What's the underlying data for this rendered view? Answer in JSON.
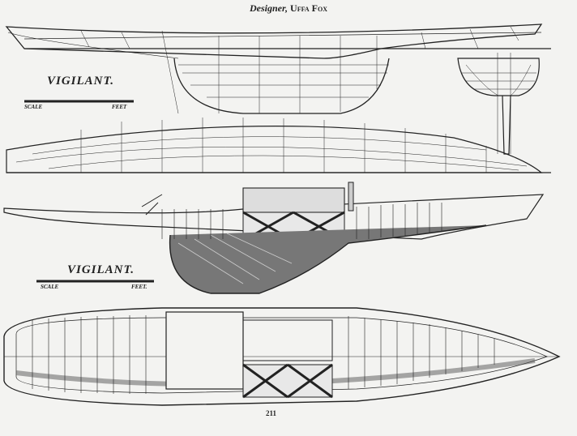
{
  "caption": {
    "prefix": "Designer,",
    "designer": "Uffa Fox"
  },
  "drawings": {
    "lines_plan": {
      "name": "VIGILANT.",
      "scale_label": "SCALE",
      "unit_label": "FEET"
    },
    "construction_plan": {
      "name": "VIGILANT.",
      "scale_label": "SCALE",
      "unit_label": "FEET."
    }
  },
  "page_number": "211"
}
